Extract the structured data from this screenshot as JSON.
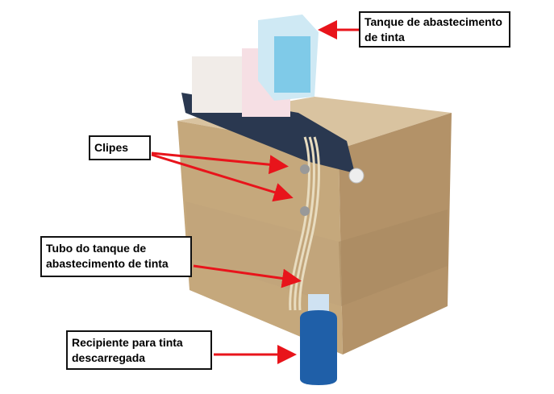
{
  "labels": {
    "supply_tank": "Tanque de abastecimento de tinta",
    "clips": "Clipes",
    "supply_tube": "Tubo do tanque de abastecimento de tinta",
    "waste_container": "Recipiente para tinta descarregada"
  },
  "colors": {
    "arrow": "#e8141b",
    "box": "#b89a6c",
    "ink": "#1f5fa8"
  }
}
